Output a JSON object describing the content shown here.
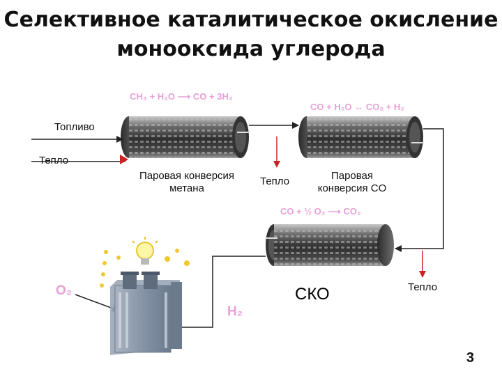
{
  "title": {
    "line1": "Селективное каталитическое окисление",
    "line2": "монооксида углерода"
  },
  "inputs": {
    "fuel": "Топливо",
    "heat": "Тепло"
  },
  "stages": [
    {
      "label_line1": "Паровая конверсия",
      "label_line2": "метана",
      "reaction": "CH₄ + H₂O ⟶ CO + 3H₂"
    },
    {
      "label_line1": "Паровая",
      "label_line2": "конверсия CO",
      "reaction": "CO + H₂O ↔ CO₂ + H₂"
    },
    {
      "label": "СКО",
      "reaction": "CO + ½ O₂ ⟶ CO₂"
    }
  ],
  "heat_outputs": [
    "Тепло",
    "Тепло"
  ],
  "fuel_cell_inputs": {
    "oxygen": "O₂",
    "hydrogen": "H₂"
  },
  "page_number": "3",
  "colors": {
    "formula": "#e8a0d8",
    "arrow_red": "#cc2222",
    "line": "#222222",
    "reactor_dark": "#3a3a3a",
    "reactor_light": "#9a9a9a",
    "fuel_cell": "#8f9cae"
  }
}
